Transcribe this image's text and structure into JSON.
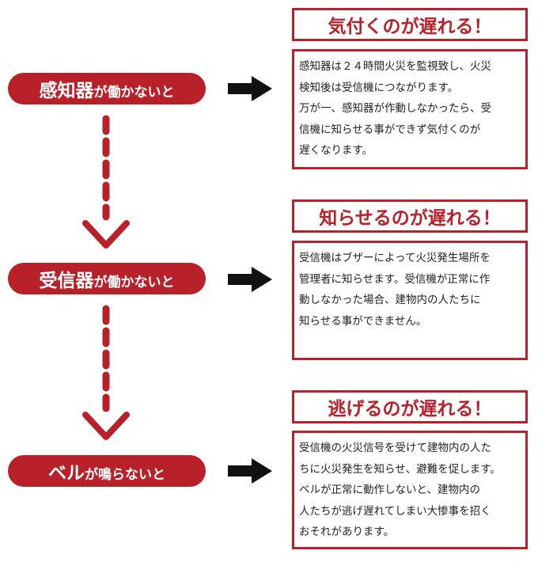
{
  "colors": {
    "accent": "#b8212a",
    "arrow": "#111111"
  },
  "steps": [
    {
      "label_main": "感知器",
      "label_suffix": "が働かないと",
      "heading": "気付くのが遅れる！",
      "text_lines": [
        "感知器は２４時間火災を監視致し、火災",
        "検知後は受信機につながります。",
        "万が一、感知器が作動しなかったら、受",
        "信機に知らせる事ができず気付くのが",
        "遅くなります。"
      ]
    },
    {
      "label_main": "受信器",
      "label_suffix": "が働かないと",
      "heading": "知らせるのが遅れる！",
      "text_lines": [
        "受信機はブザーによって火災発生場所を",
        "管理者に知らせます。受信機が正常に作",
        "動しなかった場合、建物内の人たちに",
        "知らせる事ができません。"
      ]
    },
    {
      "label_main": "ベル",
      "label_suffix": "が鳴らないと",
      "heading": "逃げるのが遅れる！",
      "text_lines": [
        "受信機の火災信号を受けて建物内の人た",
        "ちに火災発生を知らせ、避難を促します。",
        "ベルが正常に動作しないと、建物内の",
        "人たちが逃げ遅れてしまい大惨事を招く",
        "おそれがあります。"
      ]
    }
  ]
}
